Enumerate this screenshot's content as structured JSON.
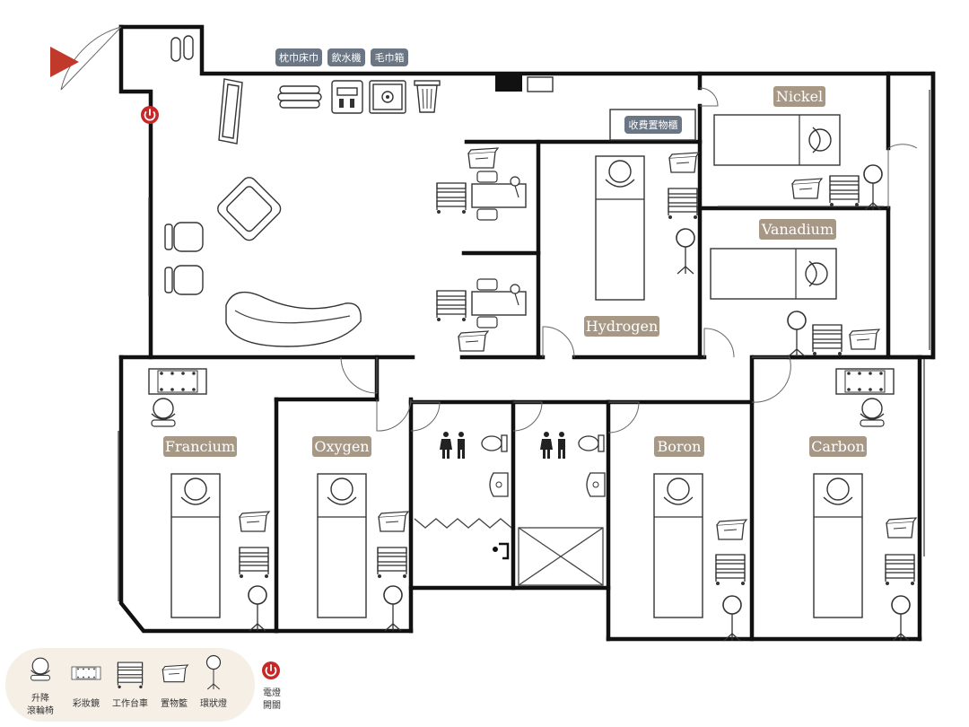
{
  "rooms": {
    "nickel": "Nickel",
    "vanadium": "Vanadium",
    "hydrogen": "Hydrogen",
    "francium": "Francium",
    "oxygen": "Oxygen",
    "boron": "Boron",
    "carbon": "Carbon"
  },
  "amenities": {
    "pillow_towel": "枕巾床巾",
    "water_dispenser": "飲水機",
    "towel_cabinet": "毛巾箱",
    "paid_locker": "收費置物櫃"
  },
  "legend": {
    "chair_line1": "升降",
    "chair_line2": "滾輪椅",
    "mirror": "彩妝鏡",
    "cart": "工作台車",
    "basket": "置物籃",
    "ring_light": "環狀燈",
    "switch_line1": "電燈",
    "switch_line2": "開關"
  },
  "colors": {
    "room_tag": "#a79886",
    "amenity_tag": "#6b7685",
    "entrance_arrow": "#c0392b",
    "light_switch": "#c62828",
    "legend_bg": "#f5efe6"
  }
}
